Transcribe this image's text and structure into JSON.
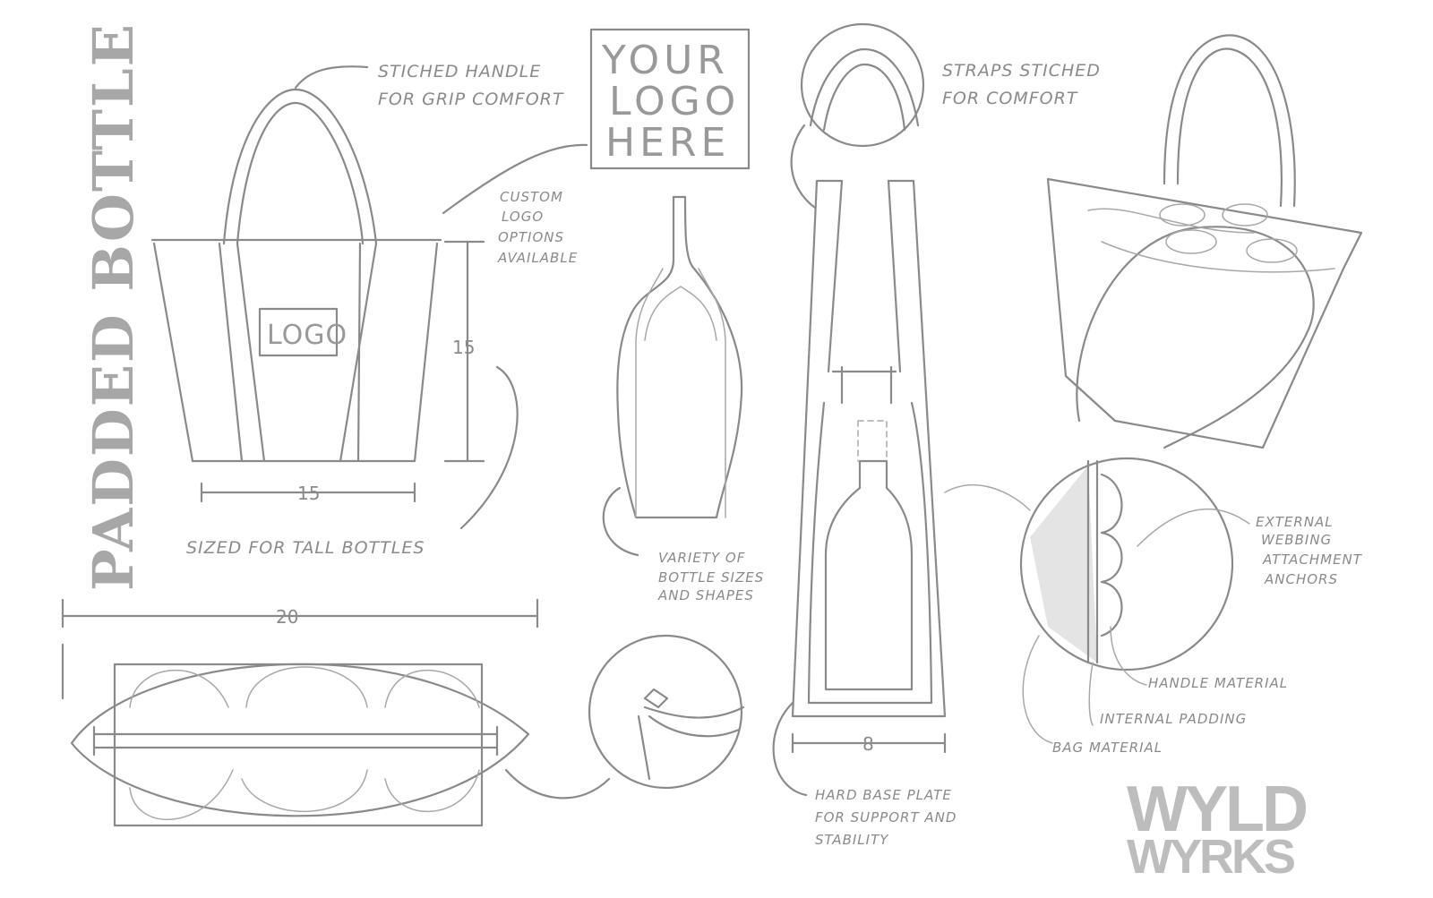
{
  "title": "PADDED BOTTLE BAG",
  "brand": {
    "line1": "WYLD",
    "line2": "WYRKS"
  },
  "callouts": {
    "handle": [
      "STICHED HANDLE",
      "FOR GRIP COMFORT"
    ],
    "logo_box": [
      "YOUR",
      "LOGO",
      "HERE"
    ],
    "custom_logo": [
      "CUSTOM",
      "LOGO",
      "OPTIONS",
      "AVAILABLE"
    ],
    "front_logo": "LOGO",
    "sized": "SIZED FOR TALL BOTTLES",
    "variety": [
      "VARIETY OF",
      "BOTTLE SIZES",
      "AND SHAPES"
    ],
    "straps": [
      "STRAPS STICHED",
      "FOR COMFORT"
    ],
    "base": [
      "HARD BASE PLATE",
      "FOR SUPPORT  AND",
      "STABILITY"
    ],
    "webbing": [
      "EXTERNAL",
      "WEBBING",
      "ATTACHMENT",
      "ANCHORS"
    ],
    "handle_material": "HANDLE MATERIAL",
    "internal_padding": "INTERNAL PADDING",
    "bag_material": "BAG MATERIAL"
  },
  "dimensions": {
    "front_width": "15",
    "front_height": "15",
    "top_length": "20",
    "side_width": "8"
  }
}
